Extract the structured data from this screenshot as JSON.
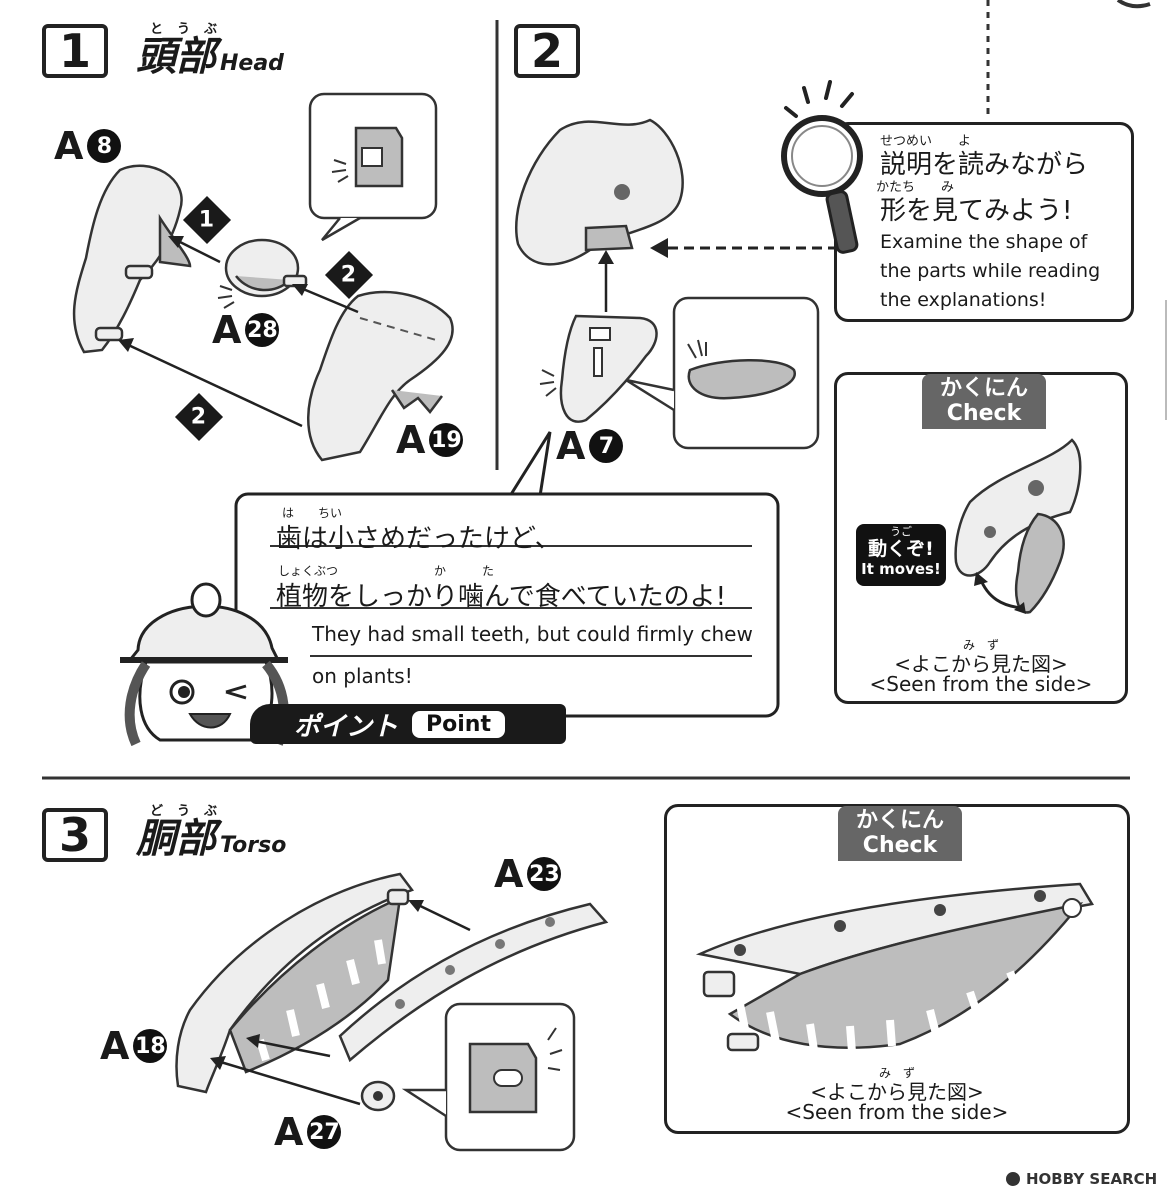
{
  "step1": {
    "number": "1",
    "ruby": "とうぶ",
    "title_jp": "頭部",
    "title_en": "Head",
    "parts": {
      "a8_letter": "A",
      "a8_num": "8",
      "a28_letter": "A",
      "a28_num": "28",
      "a19_letter": "A",
      "a19_num": "19"
    },
    "order": {
      "first": "1",
      "second_top": "2",
      "second_bottom": "2"
    }
  },
  "step2": {
    "number": "2",
    "parts": {
      "a7_letter": "A",
      "a7_num": "7"
    },
    "examine": {
      "ruby1": "せつめい　　よ",
      "line1": "説明を読みながら",
      "ruby2": "かたち　　み",
      "line2": "形を見てみよう!",
      "en1": "Examine the shape of",
      "en2": "the parts while reading",
      "en3": "the explanations!"
    },
    "check": {
      "tab_jp": "かくにん",
      "tab_en": "Check",
      "moves_ruby": "うご",
      "moves_jp": "動くぞ!",
      "moves_en": "It moves!",
      "side_ruby": "み　ず",
      "side_jp": "<よこから見た図>",
      "side_en": "<Seen from the side>"
    }
  },
  "point": {
    "ruby1": "は　　ちい",
    "line1": "歯は小さめだったけど、",
    "ruby2": "しょくぶつ　　　　　　　　か　　　た",
    "line2": "植物をしっかり噛んで食べていたのよ!",
    "en1": "They had small teeth, but could firmly chew",
    "en2": "on plants!",
    "label_jp": "ポイント",
    "label_en": "Point"
  },
  "step3": {
    "number": "3",
    "ruby": "どうぶ",
    "title_jp": "胴部",
    "title_en": "Torso",
    "parts": {
      "a23_letter": "A",
      "a23_num": "23",
      "a18_letter": "A",
      "a18_num": "18",
      "a27_letter": "A",
      "a27_num": "27"
    },
    "check": {
      "tab_jp": "かくにん",
      "tab_en": "Check",
      "side_ruby": "み　ず",
      "side_jp": "<よこから見た図>",
      "side_en": "<Seen from the side>"
    }
  },
  "watermark": "HOBBY SEARCH"
}
